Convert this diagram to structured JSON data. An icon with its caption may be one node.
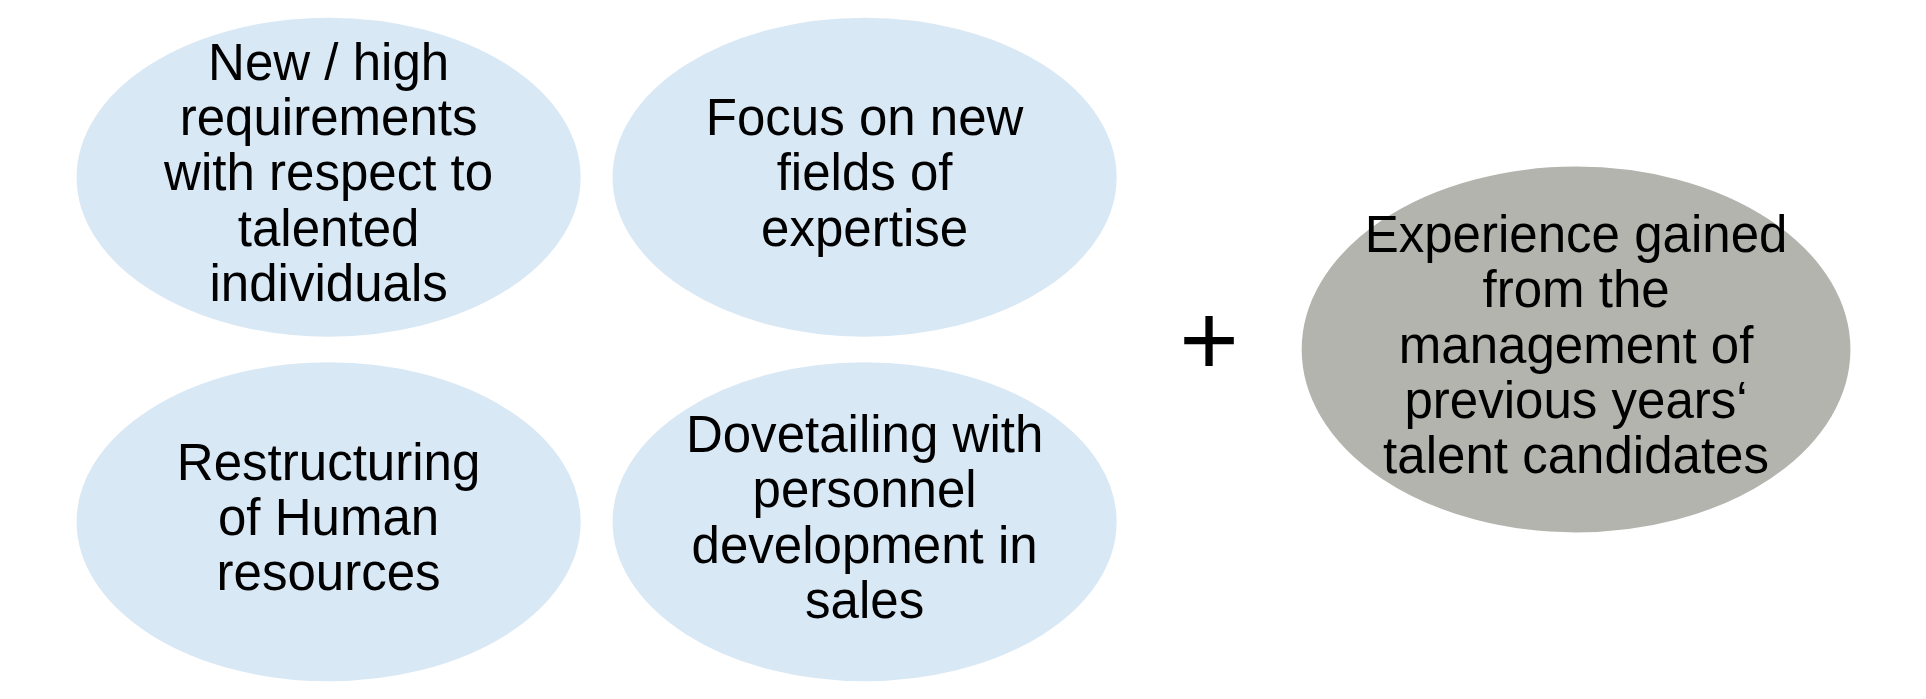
{
  "diagram": {
    "nodes": [
      {
        "text": [
          "New / high requirements with respect to talented individuals"
        ]
      },
      {
        "text": [
          "Focus on new fields of expertise"
        ]
      },
      {
        "text": [
          "Restructuring of Human resources"
        ]
      },
      {
        "text": [
          "Dovetailing with personnel development in sales"
        ]
      },
      {
        "text": [
          "Experience gained from the management of previous years‘ talent candidates"
        ]
      }
    ],
    "labels": [
      "+"
    ]
  }
}
